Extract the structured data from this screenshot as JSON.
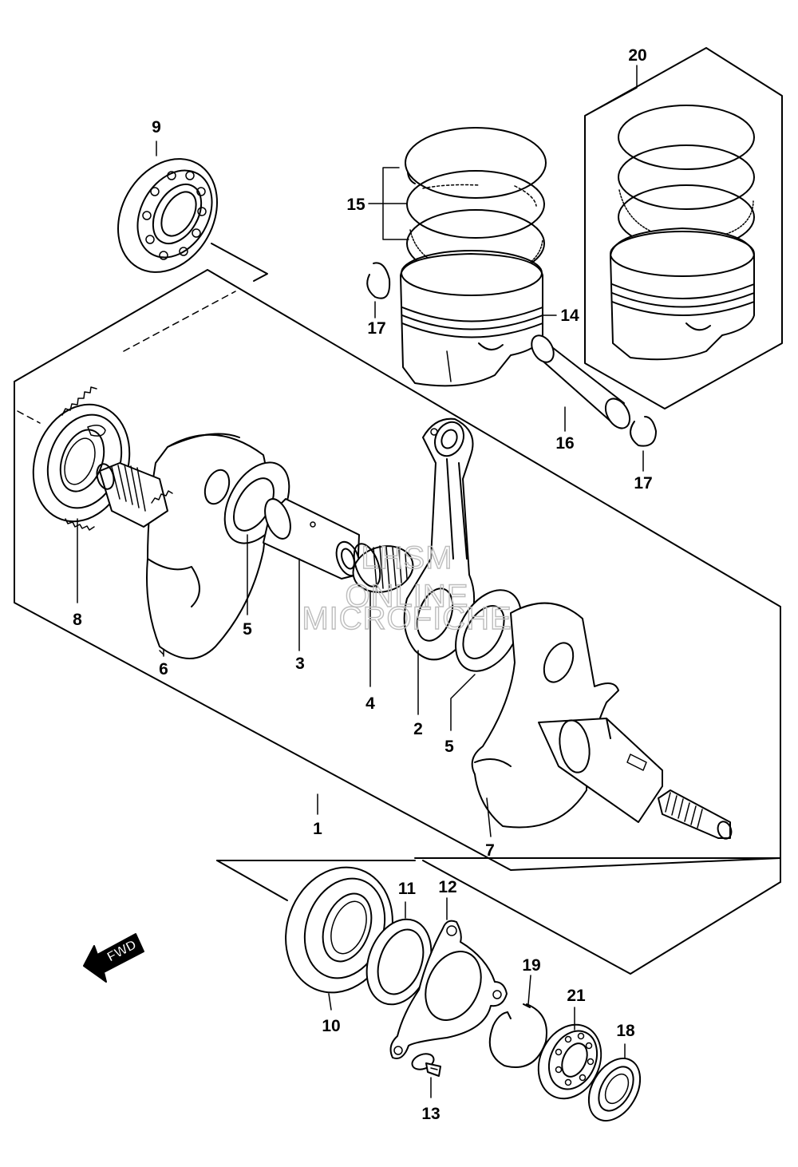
{
  "watermark": {
    "line1": "LHSM",
    "line2": "ONLINE",
    "line3": "MICROFICHE"
  },
  "direction_arrow": {
    "label": "FWD",
    "icon": "fwd-arrow-icon"
  },
  "callouts": [
    {
      "id": "c1",
      "number": "1"
    },
    {
      "id": "c2",
      "number": "2"
    },
    {
      "id": "c3",
      "number": "3"
    },
    {
      "id": "c4",
      "number": "4"
    },
    {
      "id": "c5a",
      "number": "5"
    },
    {
      "id": "c5b",
      "number": "5"
    },
    {
      "id": "c6",
      "number": "6"
    },
    {
      "id": "c7",
      "number": "7"
    },
    {
      "id": "c8",
      "number": "8"
    },
    {
      "id": "c9",
      "number": "9"
    },
    {
      "id": "c10",
      "number": "10"
    },
    {
      "id": "c11",
      "number": "11"
    },
    {
      "id": "c12",
      "number": "12"
    },
    {
      "id": "c13",
      "number": "13"
    },
    {
      "id": "c14",
      "number": "14"
    },
    {
      "id": "c15",
      "number": "15"
    },
    {
      "id": "c16",
      "number": "16"
    },
    {
      "id": "c17a",
      "number": "17"
    },
    {
      "id": "c17b",
      "number": "17"
    },
    {
      "id": "c18",
      "number": "18"
    },
    {
      "id": "c19",
      "number": "19"
    },
    {
      "id": "c20",
      "number": "20"
    },
    {
      "id": "c21",
      "number": "21"
    }
  ]
}
